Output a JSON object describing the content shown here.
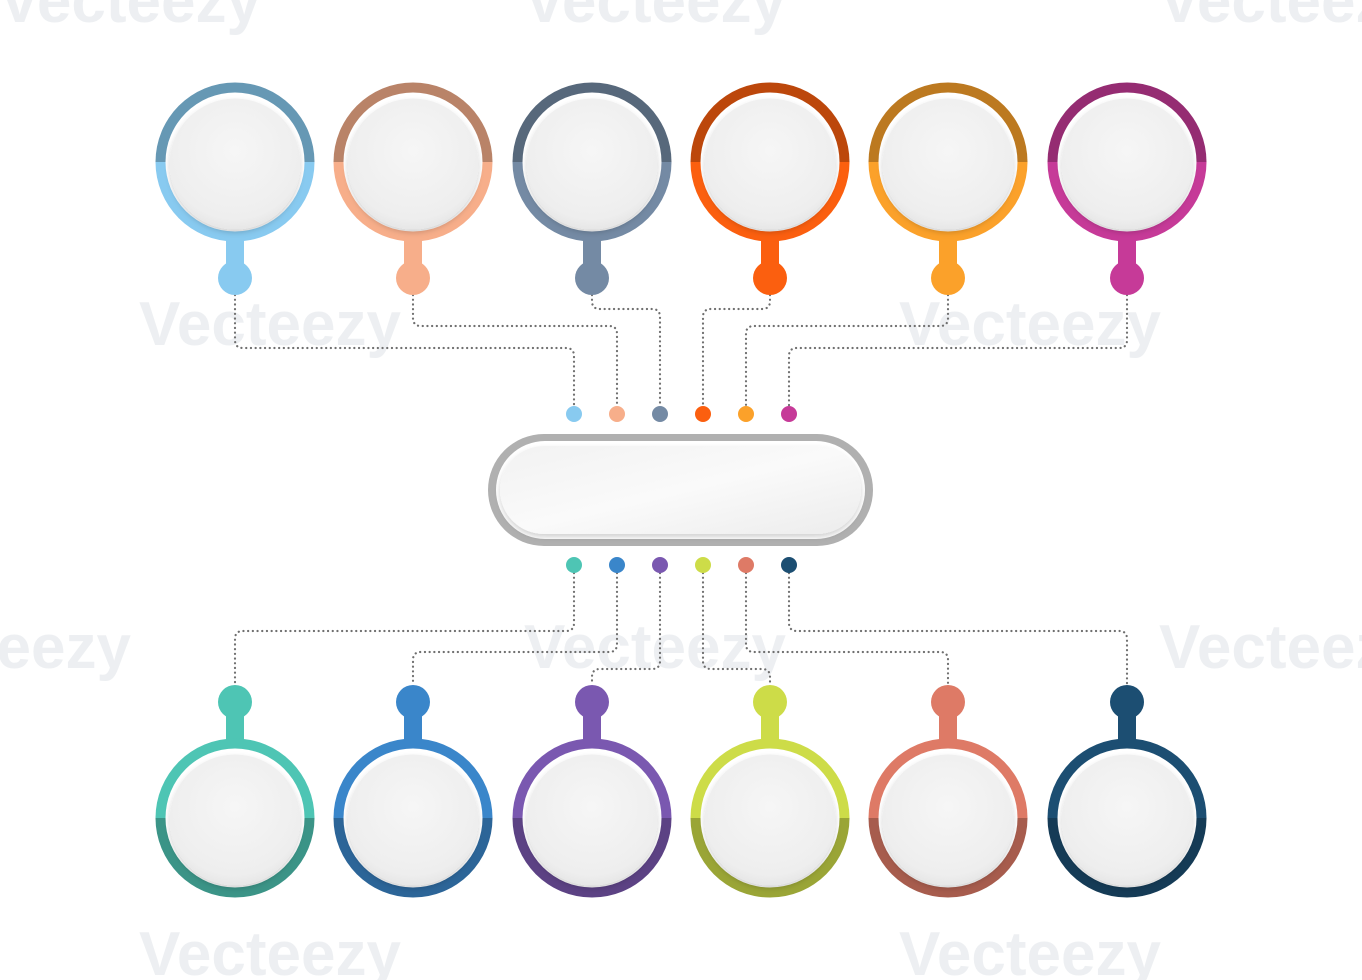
{
  "watermark": {
    "text": "Vecteezy",
    "color": "#e9ecef"
  },
  "center": {
    "label": "",
    "ring_color": "#b0b0b0",
    "fill_color": "#f3f3f3"
  },
  "top_nodes": [
    {
      "id": "top-1",
      "label": "",
      "color": "#88caf0"
    },
    {
      "id": "top-2",
      "label": "",
      "color": "#f7ae8a"
    },
    {
      "id": "top-3",
      "label": "",
      "color": "#748aa4"
    },
    {
      "id": "top-4",
      "label": "",
      "color": "#fb5f0f"
    },
    {
      "id": "top-5",
      "label": "",
      "color": "#fba12a"
    },
    {
      "id": "top-6",
      "label": "",
      "color": "#c63a98"
    }
  ],
  "bottom_nodes": [
    {
      "id": "bottom-1",
      "label": "",
      "color": "#4ec5b4"
    },
    {
      "id": "bottom-2",
      "label": "",
      "color": "#3a86ca"
    },
    {
      "id": "bottom-3",
      "label": "",
      "color": "#7a58b0"
    },
    {
      "id": "bottom-4",
      "label": "",
      "color": "#cddc48"
    },
    {
      "id": "bottom-5",
      "label": "",
      "color": "#de7a66"
    },
    {
      "id": "bottom-6",
      "label": "",
      "color": "#1c4e72"
    }
  ]
}
